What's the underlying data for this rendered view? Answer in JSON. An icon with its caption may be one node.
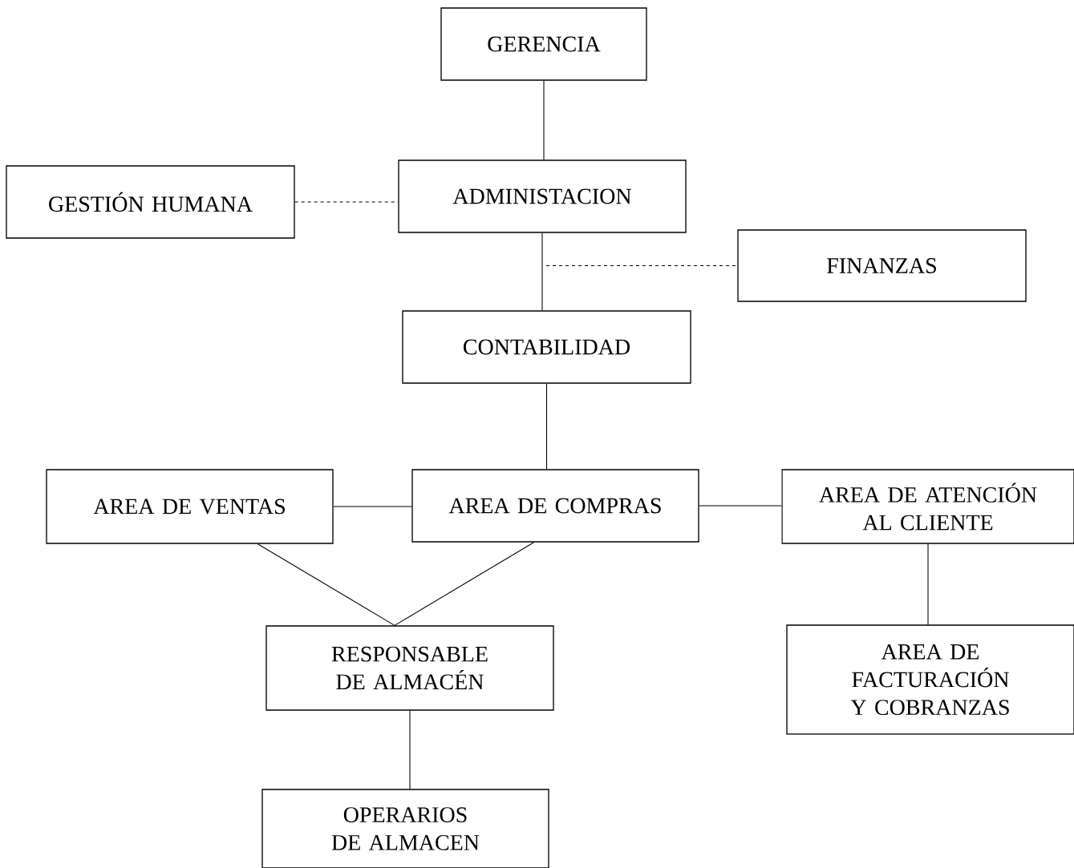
{
  "diagram": {
    "nodes": [
      {
        "text": [
          "GERENCIA"
        ]
      },
      {
        "text": [
          "ADMINISTACION"
        ]
      },
      {
        "text": [
          "GESTIÓN HUMANA"
        ]
      },
      {
        "text": [
          "FINANZAS"
        ]
      },
      {
        "text": [
          "CONTABILIDAD"
        ]
      },
      {
        "text": [
          "AREA DE VENTAS"
        ]
      },
      {
        "text": [
          "AREA DE COMPRAS"
        ]
      },
      {
        "text": [
          "AREA DE ATENCIÓN AL CLIENTE"
        ]
      },
      {
        "text": [
          "RESPONSABLE DE ALMACÉN"
        ]
      },
      {
        "text": [
          "AREA DE FACTURACIÓN Y COBRANZAS"
        ]
      },
      {
        "text": [
          "OPERARIOS DE ALMACEN"
        ]
      }
    ],
    "edges": [
      {
        "from": 0,
        "to": 1,
        "arrow": "none"
      },
      {
        "from": 2,
        "to": 1,
        "arrow": "none",
        "style": "dashed"
      },
      {
        "from": 1,
        "to": 4,
        "arrow": "none"
      },
      {
        "from": 1,
        "to": 3,
        "arrow": "none",
        "style": "dashed"
      },
      {
        "from": 4,
        "to": 6,
        "arrow": "none"
      },
      {
        "from": 5,
        "to": 6,
        "arrow": "none"
      },
      {
        "from": 6,
        "to": 7,
        "arrow": "none"
      },
      {
        "from": 5,
        "to": 8,
        "arrow": "none"
      },
      {
        "from": 6,
        "to": 8,
        "arrow": "none"
      },
      {
        "from": 7,
        "to": 9,
        "arrow": "none"
      },
      {
        "from": 8,
        "to": 10,
        "arrow": "none"
      }
    ]
  }
}
